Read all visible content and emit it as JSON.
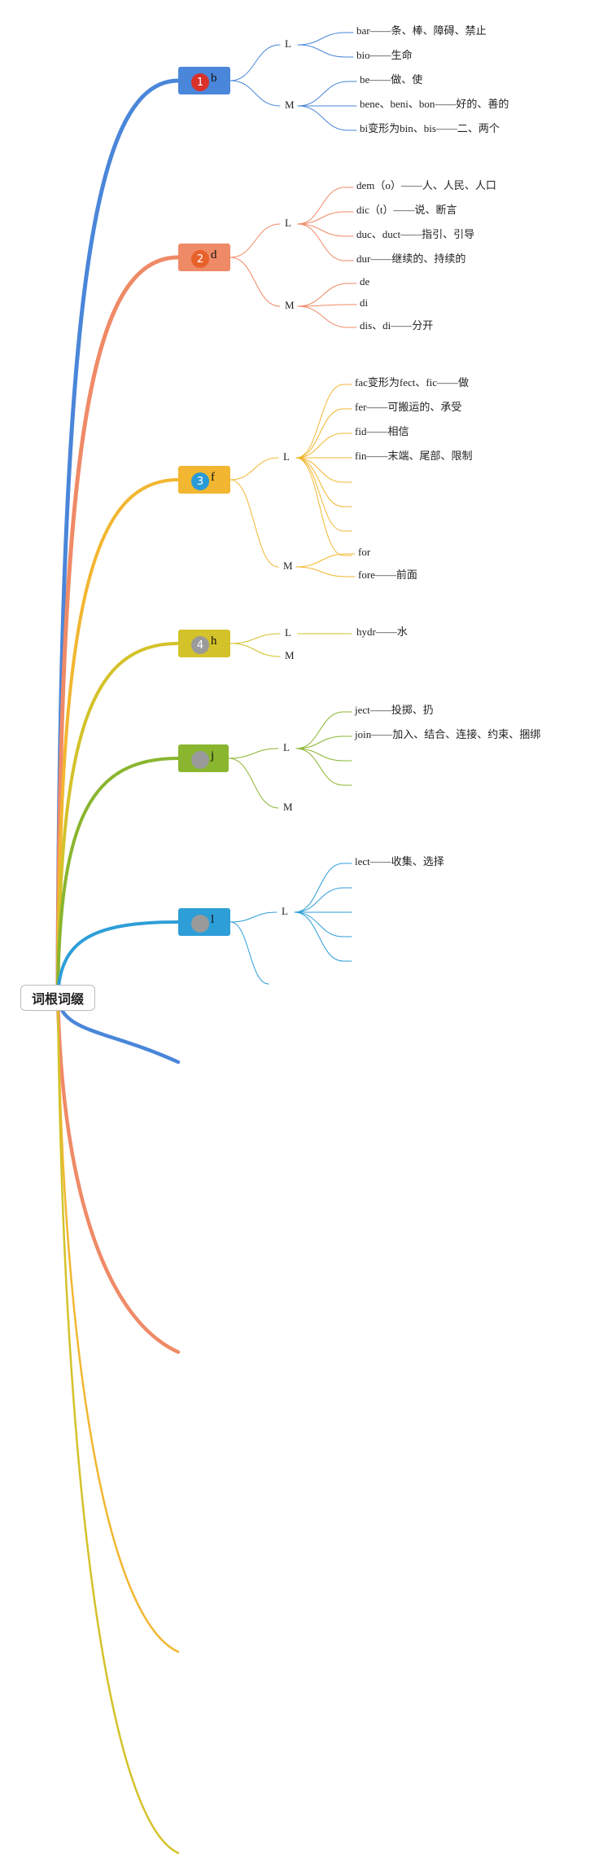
{
  "root": {
    "label": "词根词缀"
  },
  "colors": {
    "blue": "#4a86d9",
    "orange": "#ef8a67",
    "amber": "#f2b630",
    "olive": "#d3c22a",
    "green": "#8ab52f",
    "sky": "#2d9ed8"
  },
  "branches": [
    {
      "num": "1",
      "label": "b",
      "box_color": "#4a86d9",
      "badge_color": "#d8322a",
      "line_color": "#4a86d9",
      "groups": [
        {
          "label": "L",
          "leaves": [
            "bar——条、棒、障碍、禁止",
            "bio——生命"
          ]
        },
        {
          "label": "M",
          "leaves": [
            "be——做、使",
            "bene、beni、bon——好的、善的",
            "bi变形为bin、bis——二、两个"
          ]
        }
      ]
    },
    {
      "num": "2",
      "label": "d",
      "box_color": "#ef8a67",
      "badge_color": "#e8612b",
      "line_color": "#ef8a67",
      "groups": [
        {
          "label": "L",
          "leaves": [
            "dem（o）——人、人民、人口",
            "dic（t）——说、断言",
            "duc、duct——指引、引导",
            "dur——继续的、持续的"
          ]
        },
        {
          "label": "M",
          "leaves": [
            "de",
            "di",
            "dis、di——分开"
          ]
        }
      ]
    },
    {
      "num": "3",
      "label": "f",
      "box_color": "#f2b630",
      "badge_color": "#2a9bd6",
      "line_color": "#f2b630",
      "groups": [
        {
          "label": "L",
          "leaves": [
            "fac变形为fect、fic——做",
            "fer——可搬运的、承受",
            "fid——相信",
            "fin——末端、尾部、限制",
            "",
            "",
            "",
            ""
          ]
        },
        {
          "label": "M",
          "leaves": [
            "for",
            "fore——前面"
          ]
        }
      ]
    },
    {
      "num": "4",
      "label": "h",
      "box_color": "#d3c22a",
      "badge_color": "#9a9a9a",
      "line_color": "#d3c22a",
      "groups": [
        {
          "label": "L",
          "leaves": [
            "hydr——水"
          ]
        },
        {
          "label": "M",
          "leaves": []
        }
      ]
    },
    {
      "num": "",
      "label": "j",
      "box_color": "#8ab52f",
      "badge_color": "#9a9a9a",
      "line_color": "#8ab52f",
      "groups": [
        {
          "label": "L",
          "leaves": [
            "ject——投掷、扔",
            "join——加入、结合、连接、约束、捆绑",
            "",
            ""
          ]
        },
        {
          "label": "M",
          "leaves": []
        }
      ]
    },
    {
      "num": "",
      "label": "l",
      "box_color": "#2d9ed8",
      "badge_color": "#9a9a9a",
      "line_color": "#2d9ed8",
      "groups": [
        {
          "label": "L",
          "leaves": [
            "lect——收集、选择",
            "",
            "",
            "",
            ""
          ]
        },
        {
          "label": "",
          "leaves": []
        }
      ]
    }
  ],
  "collapsed_branches": [
    {
      "line_color": "#4a86d9"
    },
    {
      "line_color": "#ef8a67"
    },
    {
      "line_color": "#f2b630"
    },
    {
      "line_color": "#d3c22a"
    }
  ]
}
